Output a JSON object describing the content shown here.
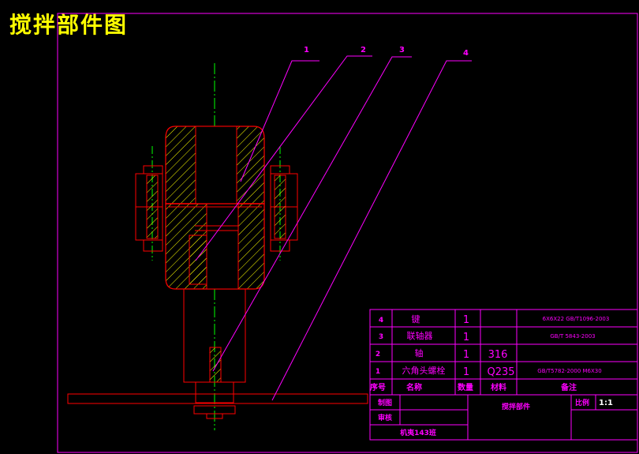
{
  "title": "搅拌部件图",
  "leaders": [
    "1",
    "2",
    "3",
    "4"
  ],
  "bom": {
    "rows": [
      {
        "no": "4",
        "name": "键",
        "qty": "1",
        "material": "",
        "remark": "6X6X22 GB/T1096-2003"
      },
      {
        "no": "3",
        "name": "联轴器",
        "qty": "1",
        "material": "",
        "remark": "GB/T 5843-2003"
      },
      {
        "no": "2",
        "name": "轴",
        "qty": "1",
        "material": "316",
        "remark": ""
      },
      {
        "no": "1",
        "name": "六角头螺栓",
        "qty": "1",
        "material": "Q235",
        "remark": "GB/T5782-2000 M6X30"
      }
    ],
    "header": {
      "no": "序号",
      "name": "名称",
      "qty": "数量",
      "material": "材料",
      "remark": "备注"
    }
  },
  "titleblock": {
    "drawn_label": "制图",
    "checked_label": "审核",
    "drawing_name": "搅拌部件",
    "scale_label": "比例",
    "scale_value": "1:1",
    "class_text": "机夷143班"
  },
  "colors": {
    "background": "#000000",
    "border": "#ff00ff",
    "part": "#ff0000",
    "centerline": "#00ff00",
    "hatch": "#ffff00",
    "leader": "#ff00ff",
    "bom_text": "#ff00ff",
    "title_text": "#ffff00",
    "header_text": "#ffff00"
  }
}
